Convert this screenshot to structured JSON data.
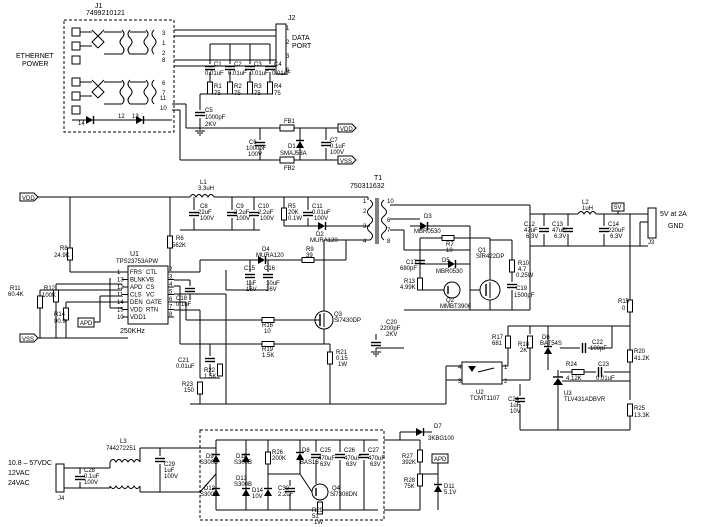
{
  "labels": {
    "j1": "J1",
    "j1_part": "7499210121",
    "ethernet_power": [
      "ETHERNET",
      "POWER"
    ],
    "j2": "J2",
    "data_port": [
      "DATA",
      "PORT"
    ],
    "vdd": "VDD",
    "vss": "VSS",
    "apd": "APD",
    "freq": "250KHz",
    "u1": "U1",
    "u1_part": "TPS23753APW",
    "t1": "T1",
    "t1_part": "750311632",
    "out_label": "5V at 2A",
    "gnd": "GND",
    "out_5v": "5V",
    "in_range": [
      "10.8 – 57VDC",
      "12VAC",
      "24VAC"
    ],
    "j3": "J3",
    "j4": "J4"
  },
  "pins_left": [
    {
      "name": "FRS",
      "num": "1"
    },
    {
      "name": "BLNK",
      "num": "13"
    },
    {
      "name": "APD",
      "num": "12"
    },
    {
      "name": "CLS",
      "num": "11"
    },
    {
      "name": "DEN",
      "num": "14"
    },
    {
      "name": "VDD",
      "num": "15"
    },
    {
      "name": "VDD1",
      "num": "10"
    }
  ],
  "pins_right": [
    {
      "name": "CTL",
      "num": "2"
    },
    {
      "name": "VB",
      "num": "3"
    },
    {
      "name": "CS",
      "num": "4"
    },
    {
      "name": "VC",
      "num": "5"
    },
    {
      "name": "GATE",
      "num": "6"
    },
    {
      "name": "RTN",
      "num": "7"
    },
    {
      "name": "",
      "num": "8"
    }
  ],
  "components": {
    "c1": [
      "C1",
      "0.01uF"
    ],
    "c2": [
      "C2",
      "0.01uF"
    ],
    "c3": [
      "C3",
      "0.01uF"
    ],
    "c4": [
      "C4",
      "0.01uF"
    ],
    "r1": [
      "R1",
      "75"
    ],
    "r2": [
      "R2",
      "75"
    ],
    "r3": [
      "R3",
      "75"
    ],
    "r4": [
      "R4",
      "75"
    ],
    "c5": [
      "C5",
      "1000pF",
      "2KV"
    ],
    "c6": [
      "C6",
      "1000pF",
      "100V"
    ],
    "d1": [
      "D1",
      "SMAJ58A"
    ],
    "c7": [
      "C7",
      "0.1uF",
      "100V"
    ],
    "fb1": "FB1",
    "fb2": "FB2",
    "l1": [
      "L1",
      "3.3uH"
    ],
    "c8": [
      "C8",
      "22uF",
      "100V"
    ],
    "c9": [
      "C9",
      "2.2uF",
      "100V"
    ],
    "c10": [
      "C10",
      "2.2uF",
      "100V"
    ],
    "r5": [
      "R5",
      "20K",
      "0.1W"
    ],
    "c11": [
      "C11",
      "0.01uF",
      "100V"
    ],
    "d2": [
      "D2",
      "MURA120"
    ],
    "r6": [
      "R6",
      "562K"
    ],
    "r8": [
      "R8",
      "24.9K"
    ],
    "d4": [
      "D4",
      "MURA120"
    ],
    "r9": [
      "R9",
      "39"
    ],
    "c15": [
      "C15",
      "1uF",
      "16V"
    ],
    "c16": [
      "C16",
      "10uF",
      "16V"
    ],
    "c18": [
      "C18",
      "0.1uF"
    ],
    "r11": [
      "R11",
      "60.4K"
    ],
    "r12": [
      "R12",
      "100K"
    ],
    "r14": [
      "R14",
      "90.9"
    ],
    "r16": [
      "R16",
      "10"
    ],
    "r19": [
      "R19",
      "1.5K"
    ],
    "q3": [
      "Q3",
      "Si7430DP"
    ],
    "c21": [
      "C21",
      "0.01uF"
    ],
    "r22": [
      "R22",
      "1.5K"
    ],
    "r23": [
      "R23",
      "150"
    ],
    "r21": [
      "R21",
      "0.15",
      "1W"
    ],
    "c20": [
      "C20",
      "2200pF",
      "2KV"
    ],
    "d3": [
      "D3",
      "MBR0530"
    ],
    "r7": [
      "R7",
      "10"
    ],
    "c17": [
      "C17",
      "680pF"
    ],
    "d5": [
      "D5",
      "MBR0530"
    ],
    "r13": [
      "R13",
      "4.99K"
    ],
    "q2": [
      "Q2",
      "MMBT3906"
    ],
    "q1": [
      "Q1",
      "SIR422DP"
    ],
    "r10": [
      "R10",
      "4.7",
      "0.25W"
    ],
    "c19": [
      "C19",
      "1500pF"
    ],
    "c12": [
      "C12",
      "47uF",
      "6.3V"
    ],
    "c13": [
      "C13",
      "47uF",
      "6.3V"
    ],
    "l2": [
      "L2",
      "1uH"
    ],
    "c14": [
      "C14",
      "220uF",
      "6.3V"
    ],
    "r15": [
      "R15",
      "0"
    ],
    "r17": [
      "R17",
      "681"
    ],
    "r18": [
      "R18",
      "2K"
    ],
    "d6": [
      "D6",
      "BAT54S"
    ],
    "c22": [
      "C22",
      "100pF"
    ],
    "r20": [
      "R20",
      "41.2K"
    ],
    "r24": [
      "R24",
      "4.12K"
    ],
    "c23": [
      "C23",
      "0.01uF"
    ],
    "u2": [
      "U2",
      "TCMT1107"
    ],
    "u3": [
      "U3",
      "TLV431ADBVR"
    ],
    "c24": [
      "C24",
      "1uF",
      "10V"
    ],
    "r25": [
      "R25",
      "13.3K"
    ],
    "l3": [
      "L3",
      "744272251"
    ],
    "c28": [
      "C28",
      "0.1uF",
      "100V"
    ],
    "c29": [
      "C29",
      "1uF",
      "100V"
    ],
    "d9": [
      "D9",
      "S300B"
    ],
    "d10": [
      "D10",
      "S300B"
    ],
    "d12": [
      "D12",
      "S300B"
    ],
    "d13": [
      "D13",
      "S300B"
    ],
    "r26": [
      "R26",
      "200K"
    ],
    "d14": [
      "D14",
      "10V"
    ],
    "c30": [
      "C30",
      "2.2uF"
    ],
    "d8": [
      "D8",
      "BAS16"
    ],
    "c25": [
      "C25",
      "470uF",
      "63V"
    ],
    "c26": [
      "C26",
      "470uF",
      "63V"
    ],
    "c27": [
      "C27",
      "470uF",
      "63V"
    ],
    "q4": [
      "Q4",
      "Si7308DN"
    ],
    "r29": [
      "R29",
      "51",
      "1W"
    ],
    "d7": [
      "D7",
      "3KBG100"
    ],
    "r27": [
      "R27",
      "392K"
    ],
    "r28": [
      "R28",
      "75K"
    ],
    "d11": [
      "D11",
      "5.1V"
    ]
  }
}
